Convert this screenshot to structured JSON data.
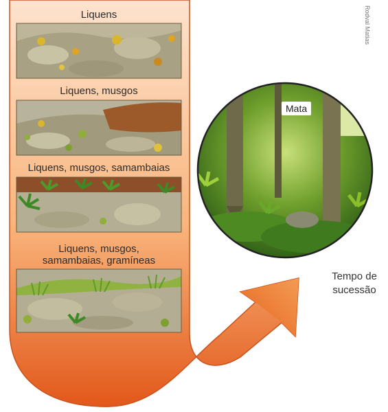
{
  "stages": [
    {
      "label": "Liquens"
    },
    {
      "label": "Liquens, musgos"
    },
    {
      "label": "Liquens, musgos, samambaias"
    },
    {
      "label": "Liquens, musgos,",
      "label2": "samambaias, gramíneas"
    }
  ],
  "forest_label": "Mata",
  "time_label_1": "Tempo de",
  "time_label_2": "sucessão",
  "credit": "Rodval Matias",
  "colors": {
    "panel_bg": "#fde3cf",
    "arrow_light": "#fbd9b9",
    "arrow_dark": "#e2581a",
    "rock": "#b8b39c",
    "lichen": "#d9b62e",
    "moss": "#8fae3a",
    "forest": "#3f7a1f"
  }
}
